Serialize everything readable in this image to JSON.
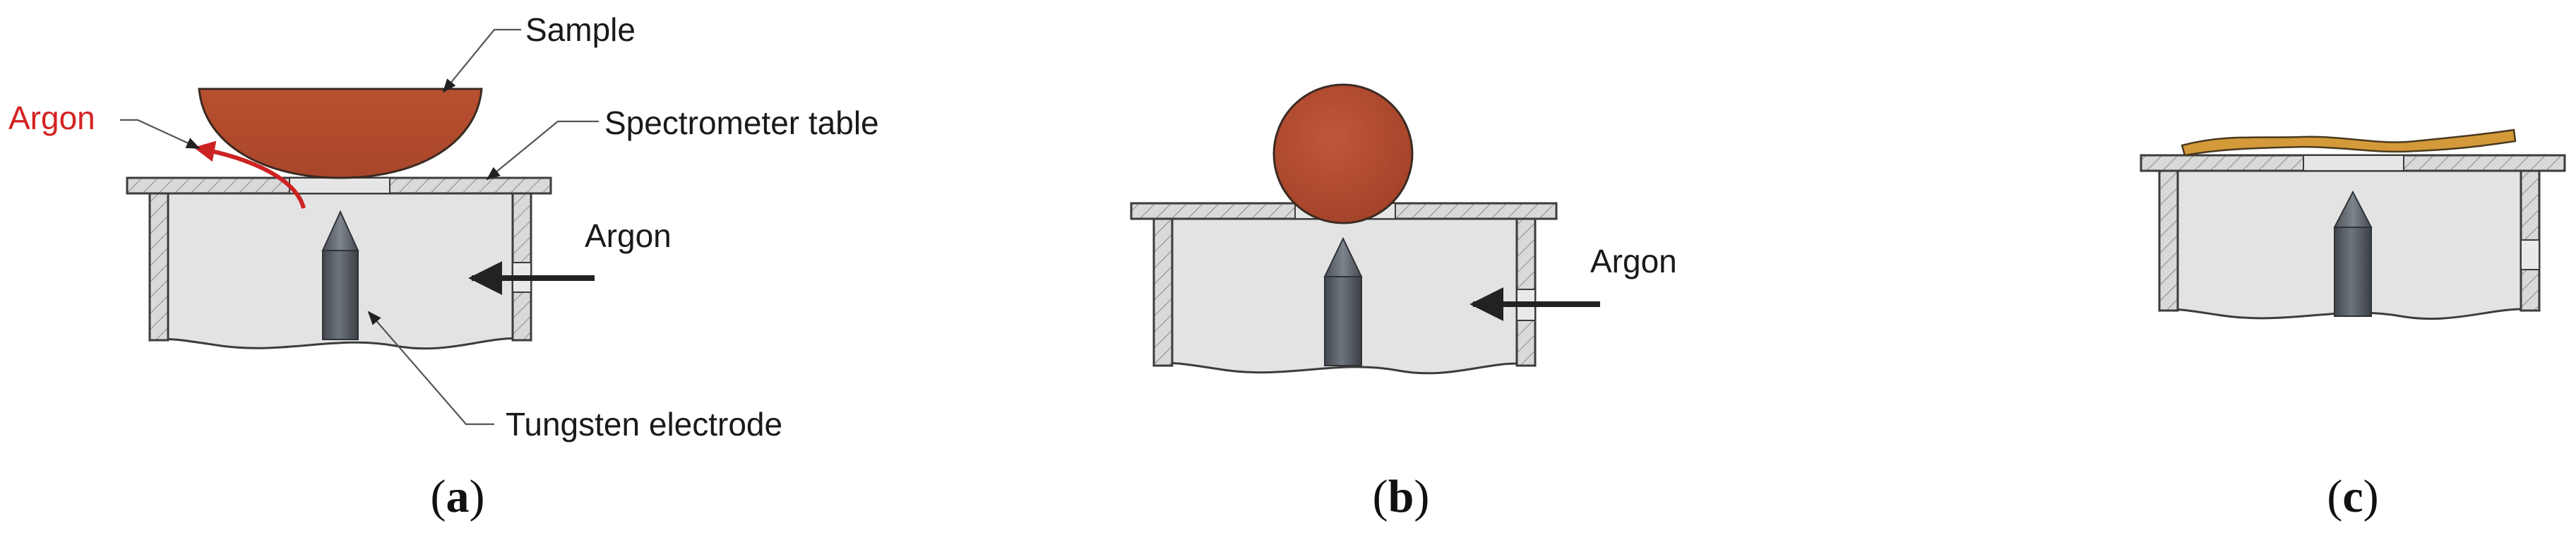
{
  "figure": {
    "panel_a": {
      "labels": {
        "sample": "Sample",
        "argon_red": "Argon",
        "spectrometer_table": "Spectrometer table",
        "argon": "Argon",
        "tungsten_electrode": "Tungsten electrode"
      },
      "caption": {
        "open": "(",
        "letter": "a",
        "close": ")"
      }
    },
    "panel_b": {
      "labels": {
        "argon": "Argon"
      },
      "caption": {
        "open": "(",
        "letter": "b",
        "close": ")"
      }
    },
    "panel_c": {
      "caption": {
        "open": "(",
        "letter": "c",
        "close": ")"
      }
    }
  },
  "colors": {
    "sample": "#b04a2a",
    "argon_flow": "#cc2222",
    "chamber_fill": "#e3e3e3",
    "table_fill": "#d9d9d9",
    "electrode": "#5b6168",
    "foil": "#d49a3a",
    "text": "#1a1a1a"
  }
}
